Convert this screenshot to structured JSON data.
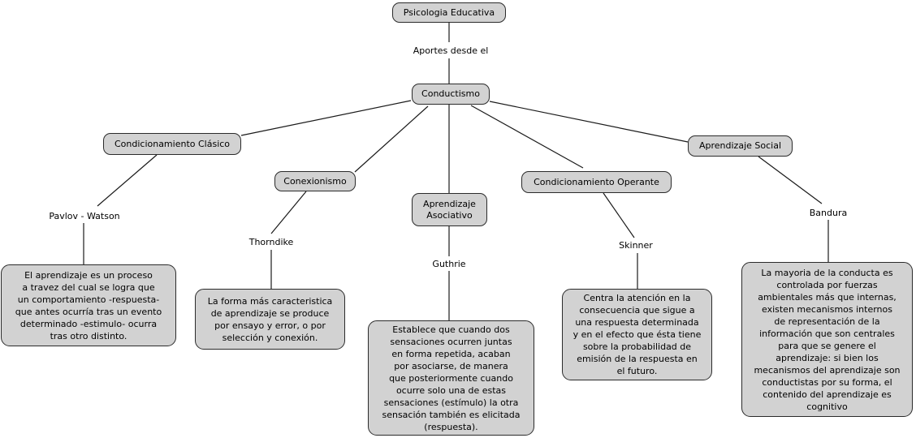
{
  "map": {
    "root_label": "Psicologia Educativa",
    "link_label": "Aportes desde el",
    "central_label": "Conductismo",
    "branches": [
      {
        "concept": "Condicionamiento Clásico",
        "author": "Pavlov - Watson",
        "description": "El aprendizaje es un proceso\na travez del cual se logra que\nun comportamiento -respuesta-\nque antes ocurría tras un evento\ndeterminado -estimulo- ocurra\ntras otro distinto."
      },
      {
        "concept": "Conexionismo",
        "author": "Thorndike",
        "description": "La forma más caracteristica\nde aprendizaje se produce\npor ensayo y error, o por\nselección y conexión."
      },
      {
        "concept": "Aprendizaje\nAsociativo",
        "author": "Guthrie",
        "description": "Establece que cuando dos\nsensaciones ocurren juntas\nen forma repetida, acaban\npor asociarse, de manera\nque posteriormente cuando\nocurre solo una de estas\nsensaciones (estímulo) la otra\nsensación también es elicitada\n(respuesta)."
      },
      {
        "concept": "Condicionamiento Operante",
        "author": "Skinner",
        "description": "Centra la atención en la\nconsecuencia que sigue a\nuna respuesta determinada\ny en el efecto que ésta tiene\nsobre la probabilidad de\nemisión de la respuesta en\nel futuro."
      },
      {
        "concept": "Aprendizaje Social",
        "author": "Bandura",
        "description": "La mayoria de la conducta es\ncontrolada por fuerzas\nambientales más que internas,\nexisten mecanismos internos\nde representación de la\ninformación que son centrales\npara que se genere el\naprendizaje: si bien los\nmecanismos del aprendizaje son\nconductistas por su forma, el\ncontenido del aprendizaje es\ncognitivo"
      }
    ],
    "colors": {
      "background": "#ffffff",
      "node_fill": "#d2d2d2",
      "node_border": "#2b2b2b",
      "connector": "#1a1a1a",
      "text": "#000000"
    }
  }
}
